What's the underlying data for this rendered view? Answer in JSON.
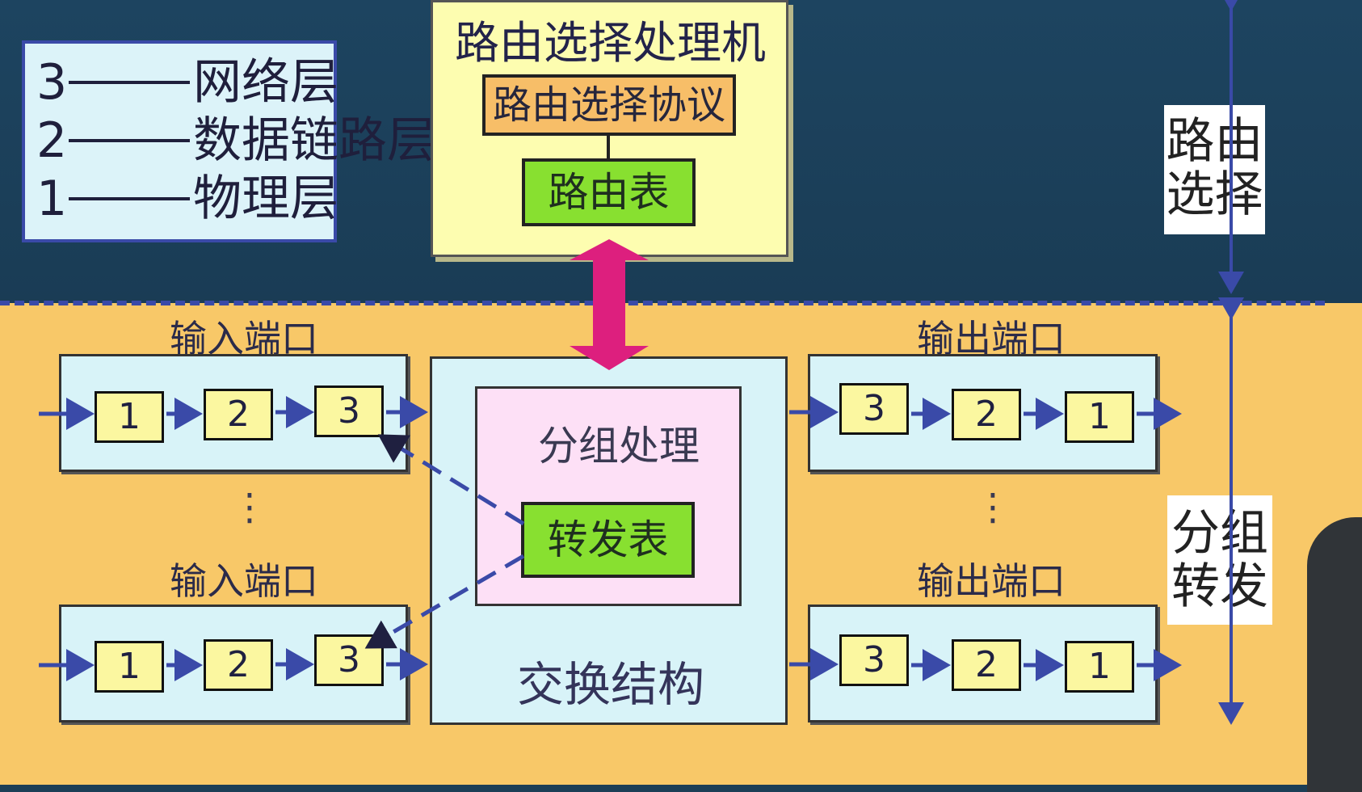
{
  "legend": {
    "rows": [
      {
        "num": "3",
        "label": "网络层"
      },
      {
        "num": "2",
        "label": "数据链路层"
      },
      {
        "num": "1",
        "label": "物理层"
      }
    ]
  },
  "router_processor": {
    "title": "路由选择处理机",
    "protocol": "路由选择协议",
    "routing_table": "路由表"
  },
  "side_labels": {
    "routing": "路由选择",
    "forwarding": "分组转发"
  },
  "input_ports": [
    {
      "label": "输入端口",
      "cells": [
        "1",
        "2",
        "3"
      ]
    },
    {
      "label": "输入端口",
      "cells": [
        "1",
        "2",
        "3"
      ]
    }
  ],
  "output_ports": [
    {
      "label": "输出端口",
      "cells": [
        "3",
        "2",
        "1"
      ]
    },
    {
      "label": "输出端口",
      "cells": [
        "3",
        "2",
        "1"
      ]
    }
  ],
  "ellipsis": "⋮",
  "switch_fabric": {
    "title": "交换结构",
    "packet_processing": "分组处理",
    "forwarding_table": "转发表"
  },
  "colors": {
    "top_background": "#1c3e56",
    "bottom_background": "#f8c868",
    "accent_arrow": "#3a4aa8",
    "double_arrow": "#dd1f7e",
    "table_green": "#88e030",
    "protocol_orange": "#f7be68",
    "processor_yellow": "#fdfdb0",
    "port_blue": "#d8f3f8",
    "packet_pink": "#fde0f6"
  }
}
